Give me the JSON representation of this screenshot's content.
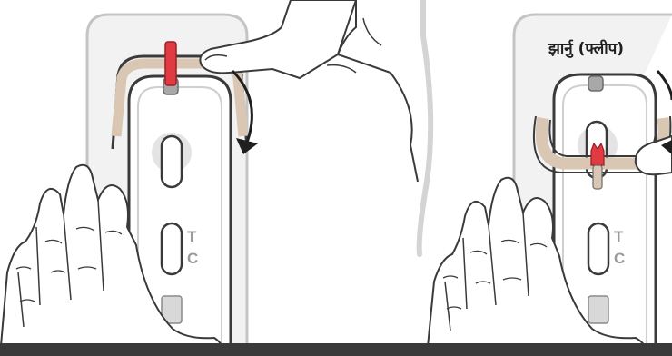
{
  "panels": {
    "left": {
      "window_t": "T",
      "window_c": "C"
    },
    "right": {
      "window_t": "T",
      "window_c": "C",
      "flip_label": "झार्नु (फ्लीप)"
    }
  },
  "colors": {
    "device": "#f4f4f4",
    "device_outline": "#3c3c3c",
    "holder_band": "#d9c6b3",
    "swab_tip": "#e03a43",
    "bottom_bar": "#3a3a3a"
  }
}
